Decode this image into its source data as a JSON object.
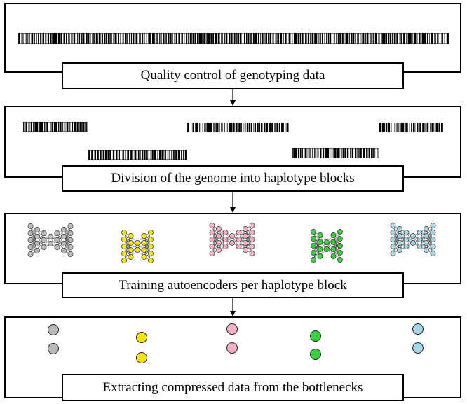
{
  "steps": [
    {
      "caption": "Quality control of genotyping data"
    },
    {
      "caption": "Division of the genome into haplotype blocks"
    },
    {
      "caption": "Training autoencoders per haplotype block"
    },
    {
      "caption": "Extracting compressed data from the bottlenecks"
    }
  ],
  "block_colors": {
    "gray": "#b9b9b9",
    "yellow": "#f7e21a",
    "pink": "#f2b2c6",
    "green": "#39d23f",
    "blue": "#a8d4e6"
  },
  "autoencoder_colors": [
    "gray",
    "yellow",
    "pink",
    "green",
    "blue"
  ],
  "bottleneck_colors": [
    "gray",
    "yellow",
    "pink",
    "green",
    "blue"
  ]
}
